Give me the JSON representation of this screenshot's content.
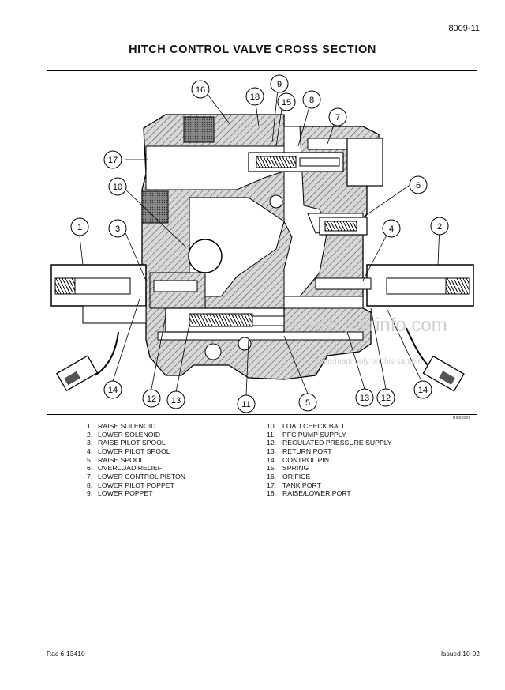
{
  "header": {
    "page_number": "8009-11"
  },
  "title": "HITCH CONTROL VALVE CROSS SECTION",
  "figure": {
    "id": "RI02B003",
    "callouts": [
      "16",
      "9",
      "18",
      "15",
      "8",
      "7",
      "17",
      "10",
      "6",
      "1",
      "3",
      "4",
      "2",
      "14",
      "12",
      "13",
      "11",
      "5",
      "13",
      "12",
      "14"
    ]
  },
  "watermark": {
    "main": "eRepairinfo.com",
    "sub": "Watermark only on this sample"
  },
  "legend": {
    "left": [
      {
        "num": "1.",
        "label": "RAISE SOLENOID"
      },
      {
        "num": "2.",
        "label": "LOWER SOLENOID"
      },
      {
        "num": "3.",
        "label": "RAISE PILOT SPOOL"
      },
      {
        "num": "4.",
        "label": "LOWER PILOT SPOOL"
      },
      {
        "num": "5.",
        "label": "RAISE SPOOL"
      },
      {
        "num": "6.",
        "label": "OVERLOAD RELIEF"
      },
      {
        "num": "7.",
        "label": "LOWER CONTROL PISTON"
      },
      {
        "num": "8.",
        "label": "LOWER PILOT POPPET"
      },
      {
        "num": "9.",
        "label": "LOWER POPPET"
      }
    ],
    "right": [
      {
        "num": "10.",
        "label": "LOAD CHECK BALL"
      },
      {
        "num": "11.",
        "label": "PFC PUMP SUPPLY"
      },
      {
        "num": "12.",
        "label": "REGULATED PRESSURE SUPPLY"
      },
      {
        "num": "13.",
        "label": "RETURN PORT"
      },
      {
        "num": "14.",
        "label": "CONTROL PIN"
      },
      {
        "num": "15.",
        "label": "SPRING"
      },
      {
        "num": "16.",
        "label": "ORIFICE"
      },
      {
        "num": "17.",
        "label": "TANK PORT"
      },
      {
        "num": "18.",
        "label": "RAISE/LOWER PORT"
      }
    ]
  },
  "footer": {
    "left": "Rac 6-13410",
    "right": "Issued 10-02"
  }
}
